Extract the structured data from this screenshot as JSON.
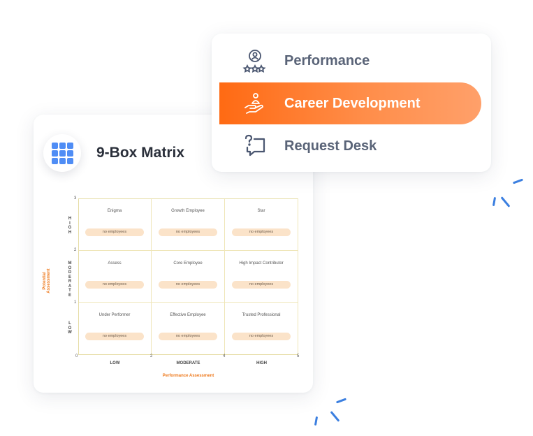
{
  "menu": {
    "items": [
      {
        "label": "Performance",
        "icon": "award-user-icon",
        "active": false
      },
      {
        "label": "Career Development",
        "icon": "hand-growth-icon",
        "active": true
      },
      {
        "label": "Request Desk",
        "icon": "question-chat-icon",
        "active": false
      }
    ],
    "active_gradient": [
      "#ff6a13",
      "#ffa06a"
    ]
  },
  "matrix": {
    "title": "9-Box Matrix",
    "icon": "grid-icon",
    "y_axis_title": "Potential Assessment",
    "x_axis_title": "Performance Assessment",
    "y_ticks": [
      "3",
      "2",
      "1",
      "0"
    ],
    "x_ticks": [
      "2",
      "4",
      "5"
    ],
    "y_bands": [
      "HIGH",
      "MODERATE",
      "LOW"
    ],
    "x_bands": [
      "LOW",
      "MODERATE",
      "HIGH"
    ],
    "rows": [
      [
        {
          "label": "Enigma",
          "status": "no employees"
        },
        {
          "label": "Growth Employee",
          "status": "no employees"
        },
        {
          "label": "Star",
          "status": "no employees"
        }
      ],
      [
        {
          "label": "Assess",
          "status": "no employees"
        },
        {
          "label": "Core Employee",
          "status": "no employees"
        },
        {
          "label": "High Impact Contributor",
          "status": "no employees"
        }
      ],
      [
        {
          "label": "Under Performer",
          "status": "no employees"
        },
        {
          "label": "Effective Employee",
          "status": "no employees"
        },
        {
          "label": "Trusted Professional",
          "status": "no employees"
        }
      ]
    ],
    "accent_color": "#ee7a1e",
    "pill_color": "#fbe3c9",
    "icon_color": "#4f8df5"
  }
}
